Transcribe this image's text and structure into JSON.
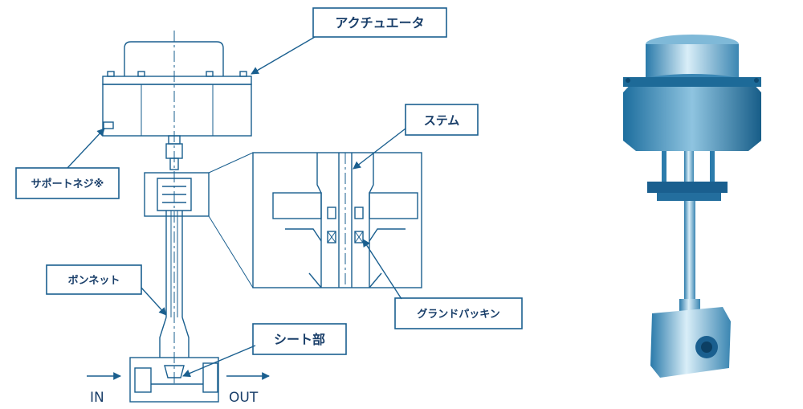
{
  "diagram": {
    "labels": {
      "actuator": "アクチュエータ",
      "support_screw": "サポートネジ※",
      "stem": "ステム",
      "bonnet": "ボンネット",
      "gland_packing": "グランドパッキン",
      "seat": "シート部"
    },
    "flow": {
      "inlet": "IN",
      "outlet": "OUT"
    }
  },
  "colors": {
    "line": "#1a5f8f",
    "photo_tint": "#2e84b4",
    "label_text": "#1a3f6a"
  }
}
